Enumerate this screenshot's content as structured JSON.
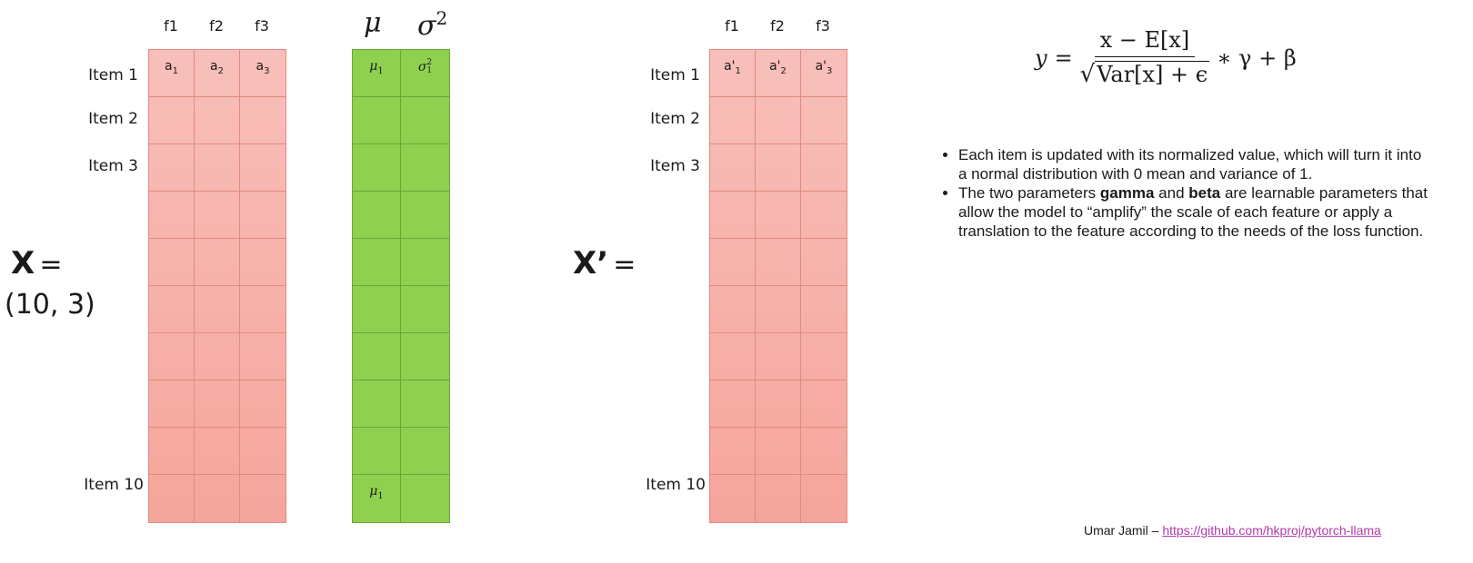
{
  "left": {
    "var_symbol": "X",
    "equals": "=",
    "shape": "(10, 3)",
    "columns": [
      "f1",
      "f2",
      "f3"
    ],
    "row_labels": [
      "Item 1",
      "Item 2",
      "Item 3",
      "Item 10"
    ],
    "first_row": [
      [
        "a",
        "1"
      ],
      [
        "a",
        "2"
      ],
      [
        "a",
        "3"
      ]
    ]
  },
  "stats": {
    "headers": {
      "mu": "μ",
      "sigma": "σ",
      "sigma_exp": "2"
    },
    "first_row": {
      "mu": "μ",
      "mu_sub": "1",
      "sigma": "σ",
      "sigma_sup": "2",
      "sigma_sub": "1"
    },
    "last_row": {
      "mu": "μ",
      "mu_sub": "1"
    }
  },
  "right": {
    "var_symbol": "X’",
    "equals": "=",
    "columns": [
      "f1",
      "f2",
      "f3"
    ],
    "row_labels": [
      "Item 1",
      "Item 2",
      "Item 3",
      "Item 10"
    ],
    "first_row": [
      [
        "a'",
        "1"
      ],
      [
        "a'",
        "2"
      ],
      [
        "a'",
        "3"
      ]
    ]
  },
  "formula": {
    "lhs": "y",
    "eq": "=",
    "numerator": "x − E[x]",
    "denominator_root": "Var[x] + ϵ",
    "tail": "∗ γ + β"
  },
  "notes": {
    "b1": "Each item is updated with its normalized value, which will turn it into a normal distribution with 0 mean and variance of 1.",
    "b2_pre": "The two parameters ",
    "b2_gamma": "gamma",
    "b2_and": " and ",
    "b2_beta": "beta",
    "b2_post": " are learnable parameters that allow the model to “amplify” the scale of each feature or apply a translation to the feature according to the needs of the loss function."
  },
  "footer": {
    "author": "Umar Jamil – ",
    "link": "https://github.com/hkproj/pytorch-llama"
  }
}
